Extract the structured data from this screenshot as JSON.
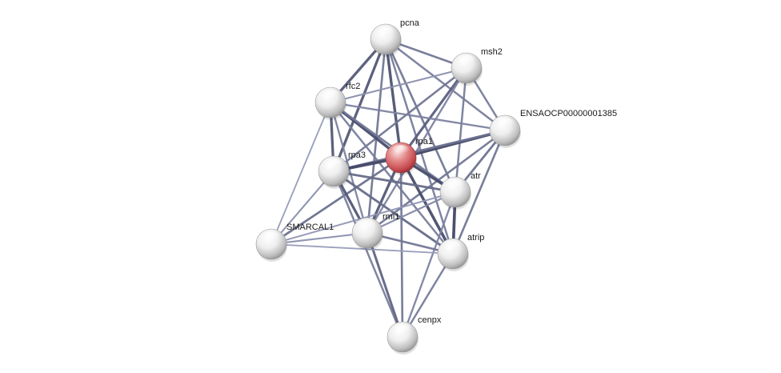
{
  "network": {
    "nodes": [
      {
        "id": "pcna",
        "label": "pcna",
        "color": "grey"
      },
      {
        "id": "msh2",
        "label": "msh2",
        "color": "grey"
      },
      {
        "id": "rfc2",
        "label": "rfc2",
        "color": "grey"
      },
      {
        "id": "ensaocp",
        "label": "ENSAOCP00000001385",
        "color": "grey"
      },
      {
        "id": "rpa1",
        "label": "rpa1",
        "color": "red"
      },
      {
        "id": "rpa3",
        "label": "rpa3",
        "color": "grey"
      },
      {
        "id": "atr",
        "label": "atr",
        "color": "grey"
      },
      {
        "id": "rmi1",
        "label": "rmi1",
        "color": "grey"
      },
      {
        "id": "smarcal1",
        "label": "SMARCAL1",
        "color": "grey"
      },
      {
        "id": "atrip",
        "label": "atrip",
        "color": "grey"
      },
      {
        "id": "cenpx",
        "label": "cenpx",
        "color": "grey"
      }
    ],
    "edges": [
      [
        "pcna",
        "msh2",
        0.55
      ],
      [
        "pcna",
        "rfc2",
        0.8
      ],
      [
        "pcna",
        "ensaocp",
        0.5
      ],
      [
        "pcna",
        "rpa1",
        0.85
      ],
      [
        "pcna",
        "rpa3",
        0.8
      ],
      [
        "pcna",
        "atr",
        0.55
      ],
      [
        "pcna",
        "rmi1",
        0.55
      ],
      [
        "pcna",
        "atrip",
        0.5
      ],
      [
        "msh2",
        "rfc2",
        0.35
      ],
      [
        "msh2",
        "ensaocp",
        0.5
      ],
      [
        "msh2",
        "rpa1",
        0.75
      ],
      [
        "msh2",
        "rpa3",
        0.55
      ],
      [
        "msh2",
        "atr",
        0.5
      ],
      [
        "msh2",
        "rmi1",
        0.45
      ],
      [
        "rfc2",
        "ensaocp",
        0.45
      ],
      [
        "rfc2",
        "rpa1",
        0.9
      ],
      [
        "rfc2",
        "rpa3",
        0.8
      ],
      [
        "rfc2",
        "atr",
        0.55
      ],
      [
        "rfc2",
        "rmi1",
        0.45
      ],
      [
        "rfc2",
        "smarcal1",
        0.25
      ],
      [
        "rfc2",
        "atrip",
        0.5
      ],
      [
        "ensaocp",
        "rpa1",
        0.95
      ],
      [
        "ensaocp",
        "rpa3",
        0.6
      ],
      [
        "ensaocp",
        "atr",
        0.6
      ],
      [
        "ensaocp",
        "rmi1",
        0.55
      ],
      [
        "ensaocp",
        "atrip",
        0.55
      ],
      [
        "rpa1",
        "rpa3",
        0.95
      ],
      [
        "rpa1",
        "atr",
        0.9
      ],
      [
        "rpa1",
        "rmi1",
        0.8
      ],
      [
        "rpa1",
        "smarcal1",
        0.6
      ],
      [
        "rpa1",
        "atrip",
        0.9
      ],
      [
        "rpa1",
        "cenpx",
        0.55
      ],
      [
        "rpa3",
        "atr",
        0.65
      ],
      [
        "rpa3",
        "rmi1",
        0.8
      ],
      [
        "rpa3",
        "smarcal1",
        0.35
      ],
      [
        "rpa3",
        "atrip",
        0.65
      ],
      [
        "rpa3",
        "cenpx",
        0.5
      ],
      [
        "atr",
        "rmi1",
        0.4
      ],
      [
        "atr",
        "smarcal1",
        0.3
      ],
      [
        "atr",
        "atrip",
        0.95
      ],
      [
        "atr",
        "cenpx",
        0.45
      ],
      [
        "rmi1",
        "smarcal1",
        0.35
      ],
      [
        "rmi1",
        "atrip",
        0.55
      ],
      [
        "rmi1",
        "cenpx",
        0.7
      ],
      [
        "smarcal1",
        "atrip",
        0.25
      ],
      [
        "atrip",
        "cenpx",
        0.5
      ]
    ]
  }
}
